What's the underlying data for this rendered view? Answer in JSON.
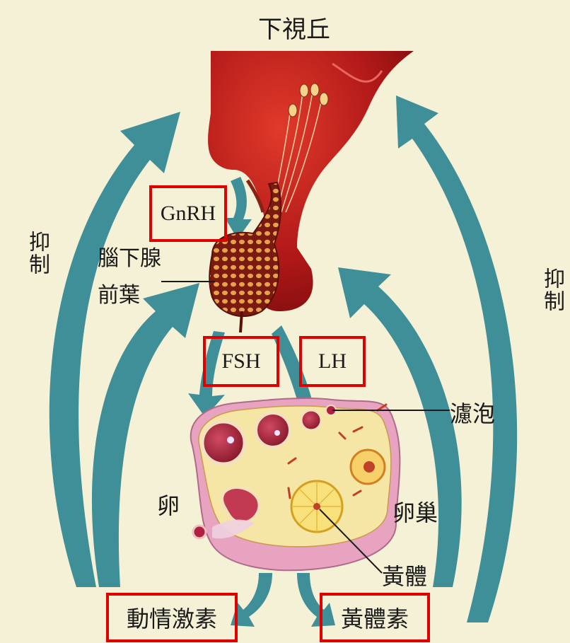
{
  "labels": {
    "hypothalamus": "下視丘",
    "pituitary_line1": "腦下腺",
    "pituitary_line2": "前葉",
    "follicle": "濾泡",
    "ovum": "卵",
    "ovary": "卵巢",
    "corpus_luteum": "黃體",
    "inhibit_left": "抑制",
    "inhibit_right": "抑制"
  },
  "hormones": {
    "gnrh": "GnRH",
    "fsh": "FSH",
    "lh": "LH",
    "estrogen": "動情激素",
    "progesterone": "黃體素"
  },
  "colors": {
    "background": "#f5f1d6",
    "arrow": "#3f8f99",
    "highlight_box": "#e00000",
    "hypothalamus": "#b01818",
    "ovary": "#f3e3a0"
  }
}
